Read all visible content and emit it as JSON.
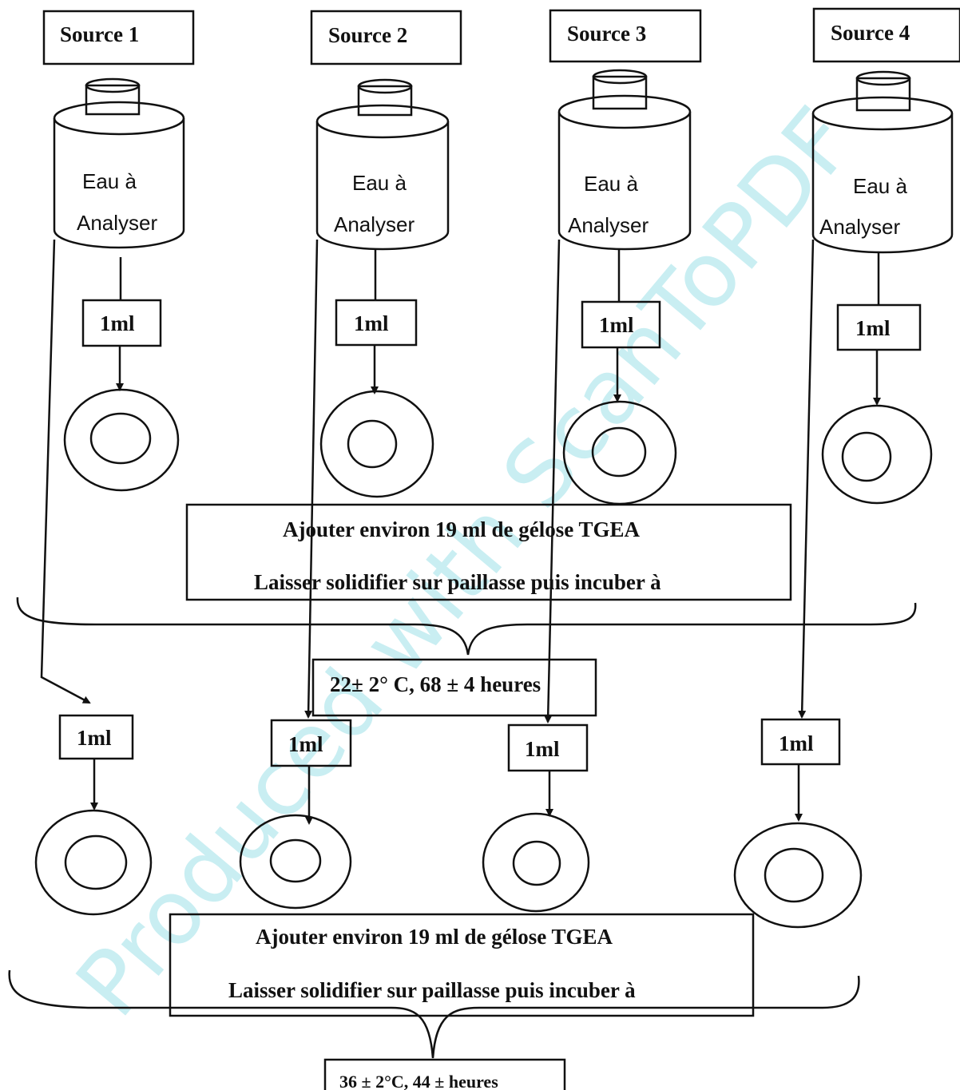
{
  "watermark": "Produced with ScanToPDF",
  "sources": [
    {
      "label": "Source 1",
      "bottle_text": [
        "Eau à",
        "Analyser"
      ],
      "top_volume": "1ml",
      "bottom_volume": "1ml"
    },
    {
      "label": "Source 2",
      "bottle_text": [
        "Eau à",
        "Analyser"
      ],
      "top_volume": "1ml",
      "bottom_volume": "1ml"
    },
    {
      "label": "Source 3",
      "bottle_text": [
        "Eau à",
        "Analyser"
      ],
      "top_volume": "1ml",
      "bottom_volume": "1ml"
    },
    {
      "label": "Source 4",
      "bottle_text": [
        "Eau à",
        "Analyser"
      ],
      "top_volume": "1ml",
      "bottom_volume": "1ml"
    }
  ],
  "step1": {
    "line1": "Ajouter environ 19 ml de gélose TGEA",
    "line2": "Laisser solidifier sur paillasse puis incuber à",
    "condition": "22± 2° C, 68 ± 4 heures"
  },
  "step2": {
    "line1": "Ajouter environ 19 ml de gélose TGEA",
    "line2": "Laisser solidifier sur paillasse puis incuber à",
    "condition": "36 ± 2°C, 44 ± heures"
  },
  "colors": {
    "ink": "#111111",
    "watermark": "#c9eef2"
  }
}
